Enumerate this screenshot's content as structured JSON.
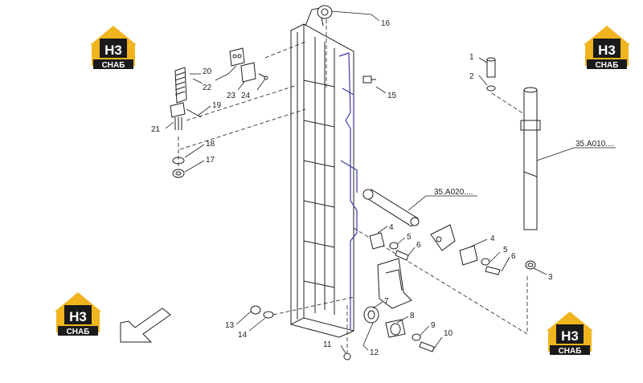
{
  "colors": {
    "logo_yellow": "#f0b41e",
    "logo_black": "#1a1a1a",
    "line": "#1f1f1f",
    "accent_blue": "#3a3aa8"
  },
  "logo": {
    "mark": "H3",
    "word": "СНАБ"
  },
  "callouts": {
    "c1": "1",
    "c2": "2",
    "c3": "3",
    "c4a": "4",
    "c4b": "4",
    "c5a": "5",
    "c5b": "5",
    "c6a": "6",
    "c6b": "6",
    "c7": "7",
    "c8": "8",
    "c9": "9",
    "c10": "10",
    "c11": "11",
    "c12": "12",
    "c13": "13",
    "c14": "14",
    "c15": "15",
    "c16": "16",
    "c17": "17",
    "c18": "18",
    "c19": "19",
    "c20": "20",
    "c21": "21",
    "c22": "22",
    "c23": "23",
    "c24": "24"
  },
  "references": {
    "ref_a010": "35.A010....",
    "ref_a020": "35.A020...."
  },
  "icons": {
    "direction": "arrow-icon"
  }
}
